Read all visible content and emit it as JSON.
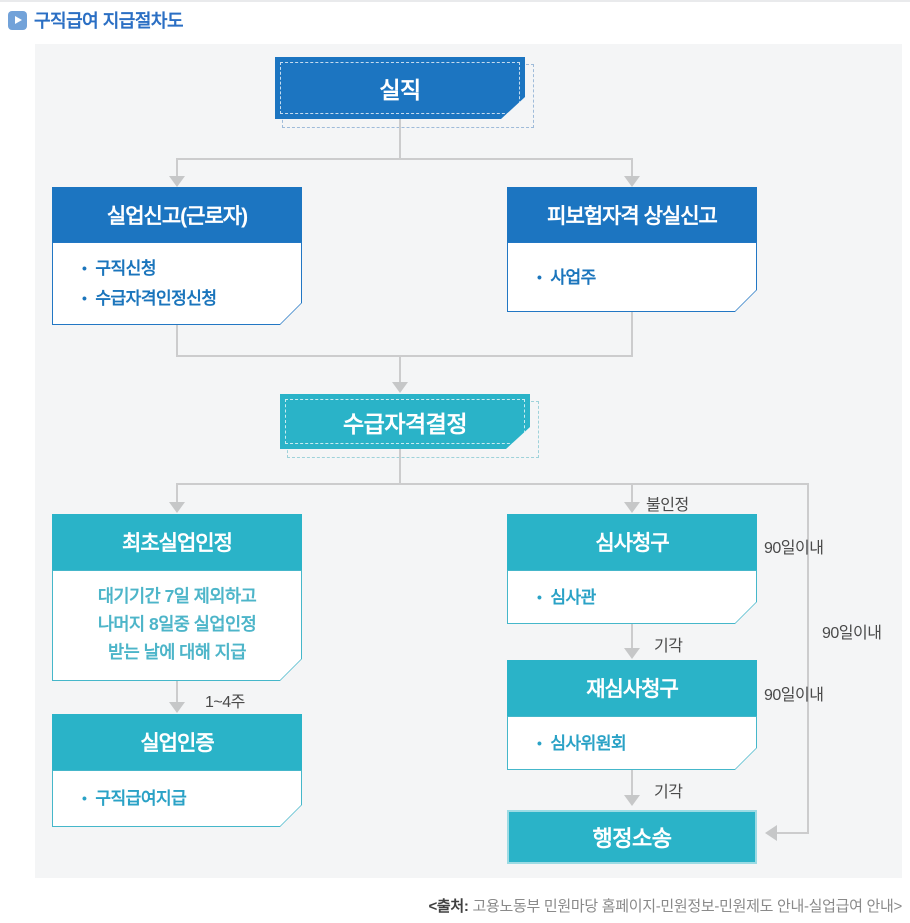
{
  "header": {
    "title": "구직급여 지급절차도",
    "icon": "play-badge-icon"
  },
  "colors": {
    "accent_blue": "#1c75c1",
    "accent_teal": "#2ab3c8",
    "title_blue": "#2b6fc4",
    "connector_gray": "#cccccd",
    "panel_bg": "#f4f5f6"
  },
  "flow": {
    "siljik": {
      "label": "실직"
    },
    "silup_singo": {
      "title": "실업신고(근로자)",
      "bullets": [
        "구직신청",
        "수급자격인정신청"
      ]
    },
    "pibohum": {
      "title": "피보험자격 상실신고",
      "bullets": [
        "사업주"
      ]
    },
    "sugup": {
      "label": "수급자격결정"
    },
    "choicho": {
      "title": "최초실업인정",
      "lines": [
        "대기기간 7일 제외하고",
        "나머지 8일중 실업인정",
        "받는 날에 대해 지급"
      ]
    },
    "silup_injeung": {
      "title": "실업인증",
      "bullets": [
        "구직급여지급"
      ]
    },
    "simsa": {
      "title": "심사청구",
      "bullets": [
        "심사관"
      ]
    },
    "jaesimsa": {
      "title": "재심사청구",
      "bullets": [
        "심사위원회"
      ]
    },
    "haengjung": {
      "label": "행정소송"
    },
    "labels": {
      "bulinjeong": "불인정",
      "gigak1": "기각",
      "gigak2": "기각",
      "weeks": "1~4주",
      "ninety1": "90일이내",
      "ninety2": "90일이내",
      "ninety3": "90일이내"
    }
  },
  "caption": {
    "prefix": "<출처:",
    "text": "고용노동부 민원마당 홈페이지-민원정보-민원제도 안내-실업급여 안내>"
  }
}
